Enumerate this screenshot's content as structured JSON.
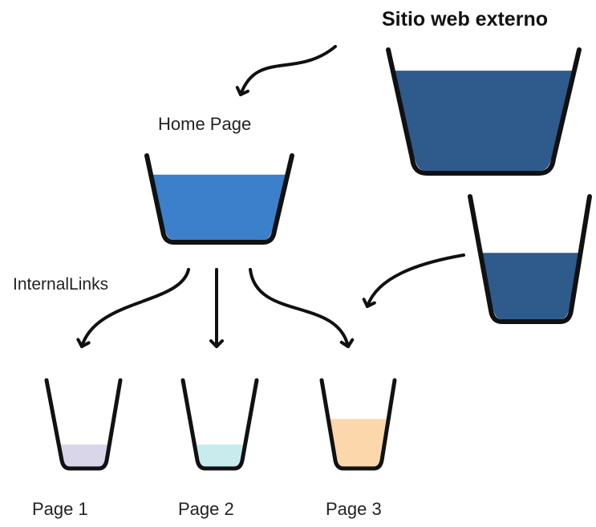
{
  "labels": {
    "external_site": "Sitio web externo",
    "home_page": "Home Page",
    "internal_links": "InternalLinks",
    "page1": "Page 1",
    "page2": "Page 2",
    "page3": "Page 3"
  },
  "colors": {
    "external_big_water": "#2e5a8c",
    "external_small_water": "#2e5a8c",
    "home_water": "#3c80cc",
    "page1_water": "#d9d6ea",
    "page2_water": "#c8ecee",
    "page3_water": "#fbd7ab",
    "outline": "#111111"
  },
  "fill_levels": {
    "external_big": 0.83,
    "external_small": 0.55,
    "home": 0.78,
    "page1": 0.27,
    "page2": 0.27,
    "page3": 0.56
  }
}
